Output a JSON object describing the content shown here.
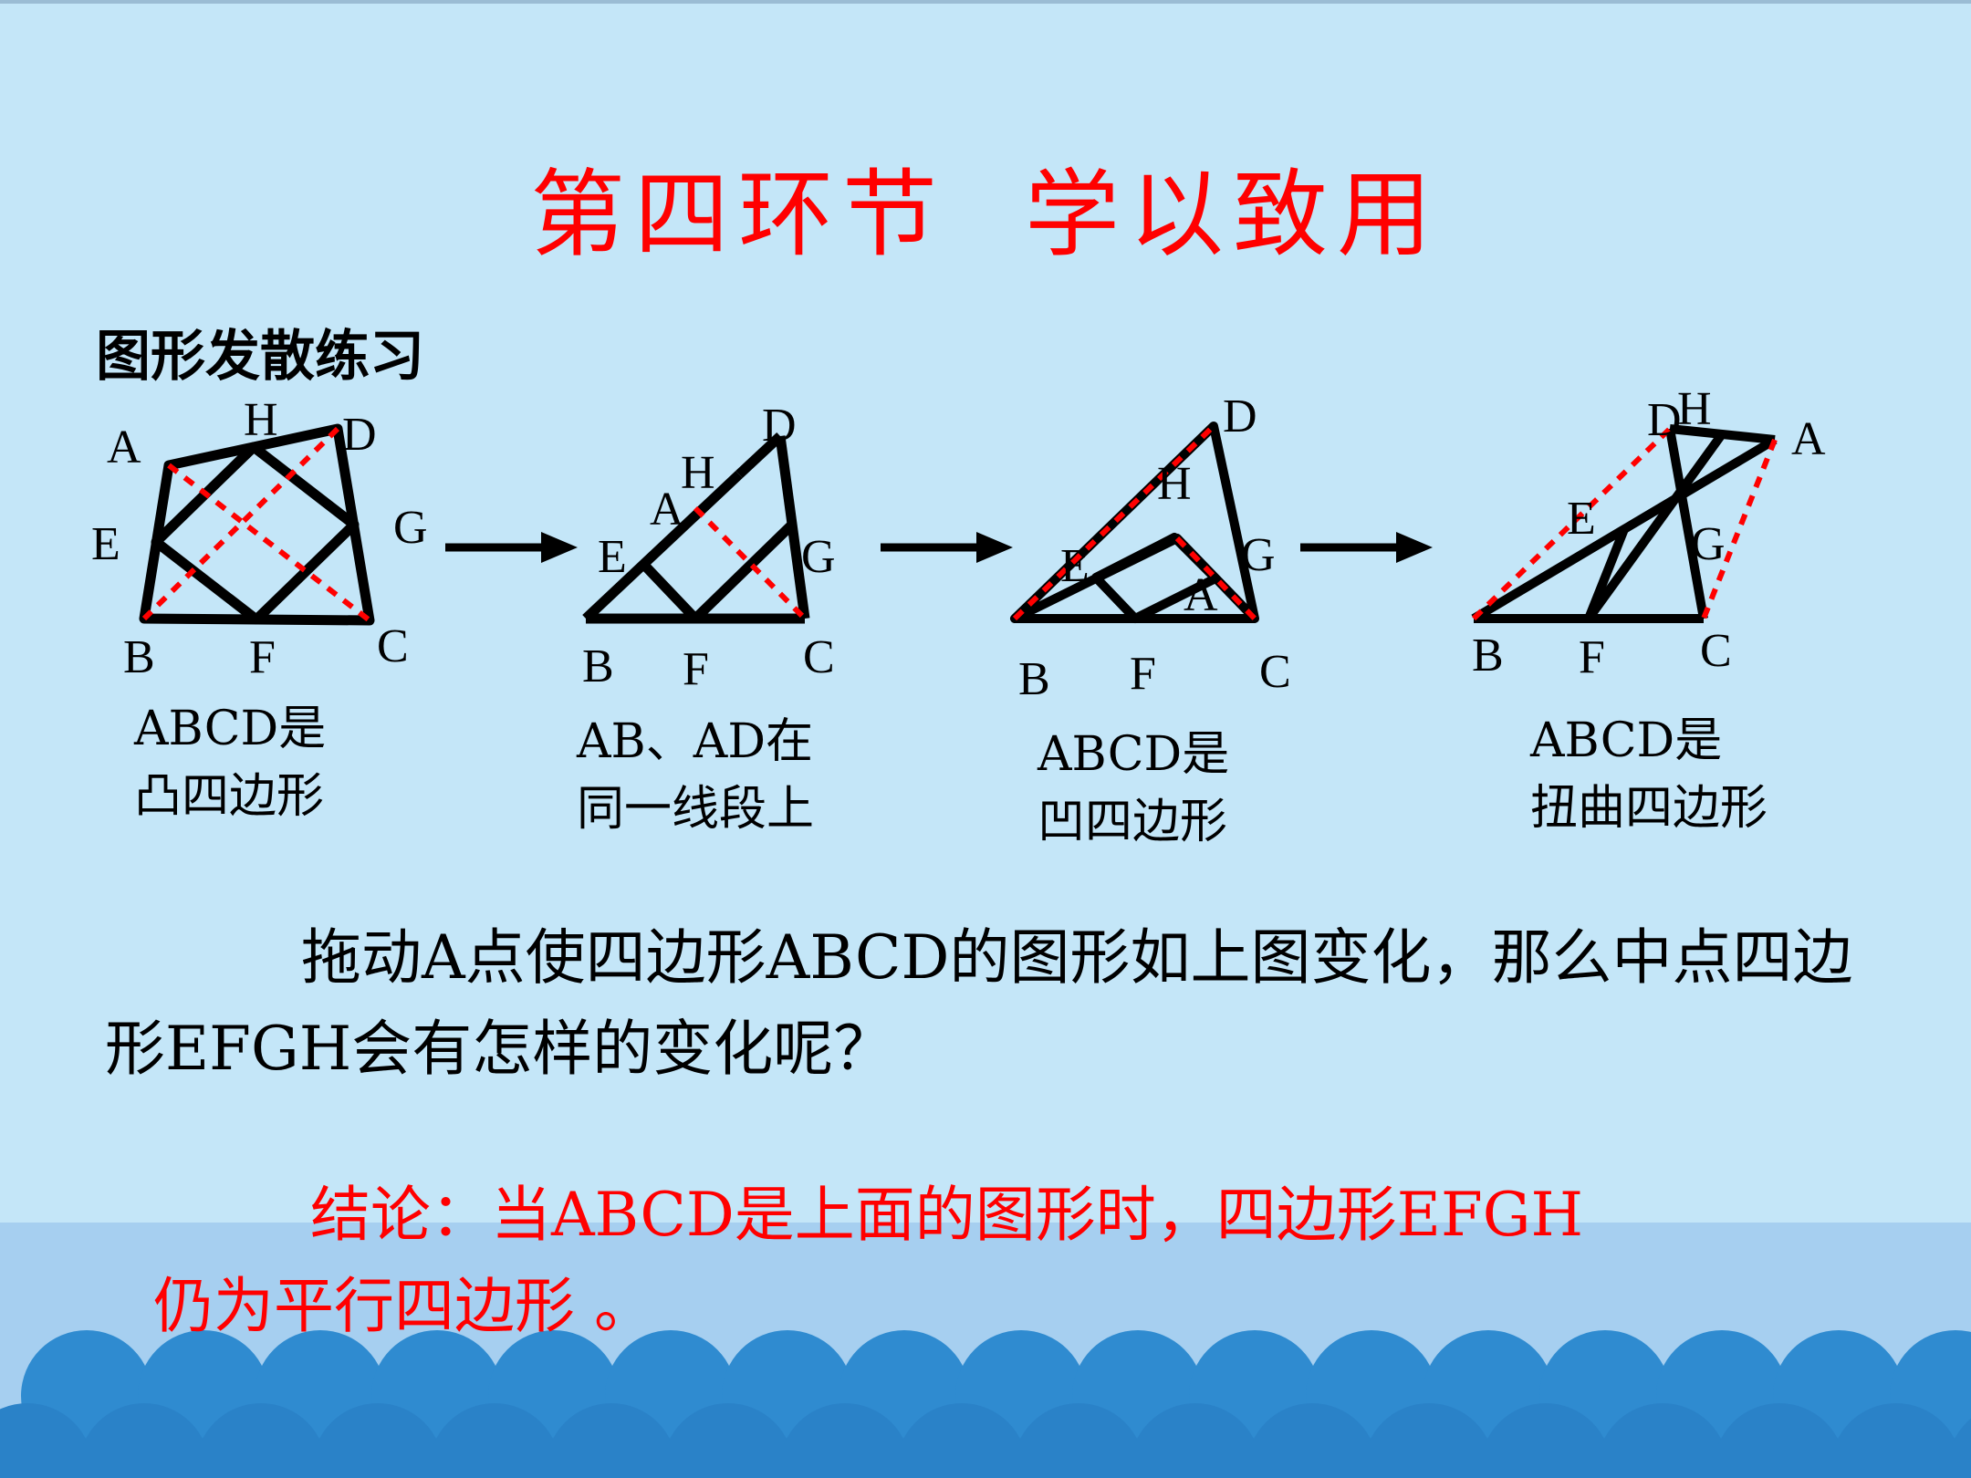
{
  "title": "第四环节  学以致用",
  "subtitle": "图形发散练习",
  "figures": [
    {
      "labels": {
        "A": "A",
        "B": "B",
        "C": "C",
        "D": "D",
        "E": "E",
        "F": "F",
        "G": "G",
        "H": "H"
      },
      "caption_line1": "ABCD是",
      "caption_line2": "凸四边形"
    },
    {
      "labels": {
        "A": "A",
        "B": "B",
        "C": "C",
        "D": "D",
        "E": "E",
        "F": "F",
        "G": "G",
        "H": "H"
      },
      "caption_line1": "AB、AD在",
      "caption_line2": "同一线段上"
    },
    {
      "labels": {
        "A": "A",
        "B": "B",
        "C": "C",
        "D": "D",
        "E": "E",
        "F": "F",
        "G": "G",
        "H": "H"
      },
      "caption_line1": "ABCD是",
      "caption_line2": "凹四边形"
    },
    {
      "labels": {
        "A": "A",
        "B": "B",
        "C": "C",
        "D": "D",
        "E": "E",
        "F": "F",
        "G": "G",
        "H": "H"
      },
      "caption_line1": "ABCD是",
      "caption_line2": "扭曲四边形"
    }
  ],
  "question": "拖动A点使四边形ABCD的图形如上图变化，那么中点四边形EFGH会有怎样的变化呢？",
  "conclusion_line1": "结论：当ABCD是上面的图形时，四边形EFGH",
  "conclusion_line2": "仍为平行四边形 。",
  "colors": {
    "background": "#c4e6f8",
    "wave_band": "#a6cff0",
    "wave": "#2f8bd0",
    "accent": "#ff0000"
  }
}
